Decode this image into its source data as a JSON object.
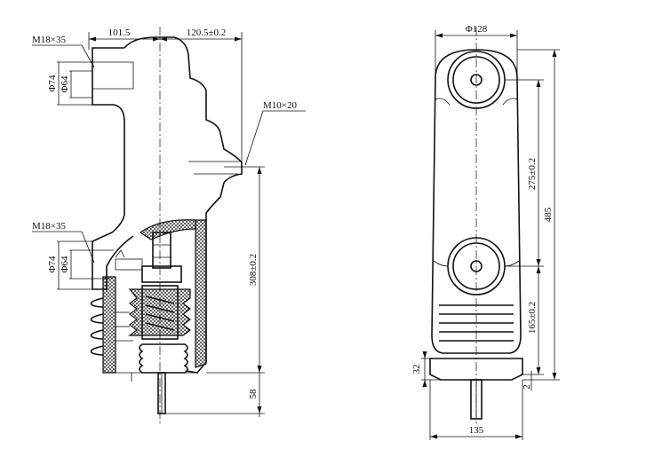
{
  "side_view": {
    "thread_top": "M18×35",
    "dia_outer_top": "Φ74",
    "dia_inner_top": "Φ64",
    "offset_left": "101.5",
    "offset_right": "120.5±0.2",
    "thread_bolt": "M10×20",
    "thread_bottom": "M18×35",
    "dia_outer_bottom": "Φ74",
    "dia_inner_bottom": "Φ64",
    "height_contact": "308±0.2",
    "stroke": "58"
  },
  "front_view": {
    "top_diameter": "Φ128",
    "spacing": "275±0.2",
    "total_height": "485",
    "lower_height": "165±0.2",
    "base_height": "32",
    "base_gap": "2",
    "base_width": "135"
  }
}
